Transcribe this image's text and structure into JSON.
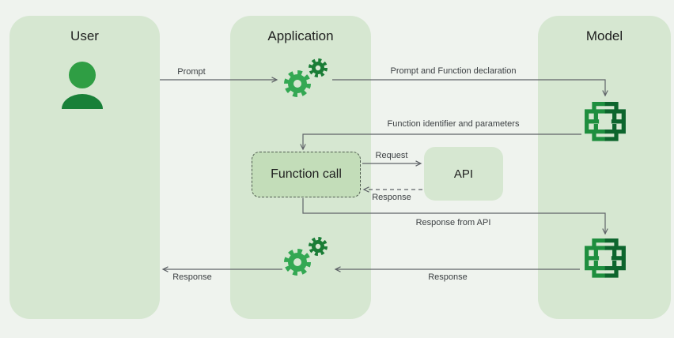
{
  "lanes": [
    {
      "label": "User",
      "icon": "user-icon"
    },
    {
      "label": "Application",
      "icon": "gears-icon"
    },
    {
      "label": "Model",
      "icon": "model-brain-icon"
    }
  ],
  "nodes": {
    "function_call": {
      "label": "Function call"
    },
    "api": {
      "label": "API"
    }
  },
  "edges": [
    {
      "id": "prompt",
      "label": "Prompt",
      "from": "user",
      "to": "application",
      "style": "solid"
    },
    {
      "id": "prompt-and-function-declaration",
      "label": "Prompt and Function declaration",
      "from": "application",
      "to": "model",
      "style": "solid"
    },
    {
      "id": "function-identifier-and-parameters",
      "label": "Function identifier and parameters",
      "from": "model",
      "to": "function-call",
      "style": "solid"
    },
    {
      "id": "request",
      "label": "Request",
      "from": "function-call",
      "to": "api",
      "style": "solid"
    },
    {
      "id": "response-api-to-function-call",
      "label": "Response",
      "from": "api",
      "to": "function-call",
      "style": "dashed"
    },
    {
      "id": "response-from-api",
      "label": "Response from API",
      "from": "function-call",
      "to": "model",
      "style": "solid"
    },
    {
      "id": "response-model-to-application",
      "label": "Response",
      "from": "model",
      "to": "application",
      "style": "solid"
    },
    {
      "id": "response-application-to-user",
      "label": "Response",
      "from": "application",
      "to": "user",
      "style": "solid"
    }
  ],
  "colors": {
    "background": "#eff3ee",
    "lane_fill": "#d6e7d1",
    "function_call_fill": "#c3ddb9",
    "api_fill": "#d6e7d1",
    "gear_green": "#34a853",
    "gear_dark_green": "#1a7d36",
    "user_head_green": "#2f9e44",
    "user_body_green": "#188038",
    "brain_left_green": "#1e8e3e",
    "brain_right_green": "#0d652d",
    "arrow_gray": "#5f6368",
    "label_gray": "#3c4043"
  }
}
